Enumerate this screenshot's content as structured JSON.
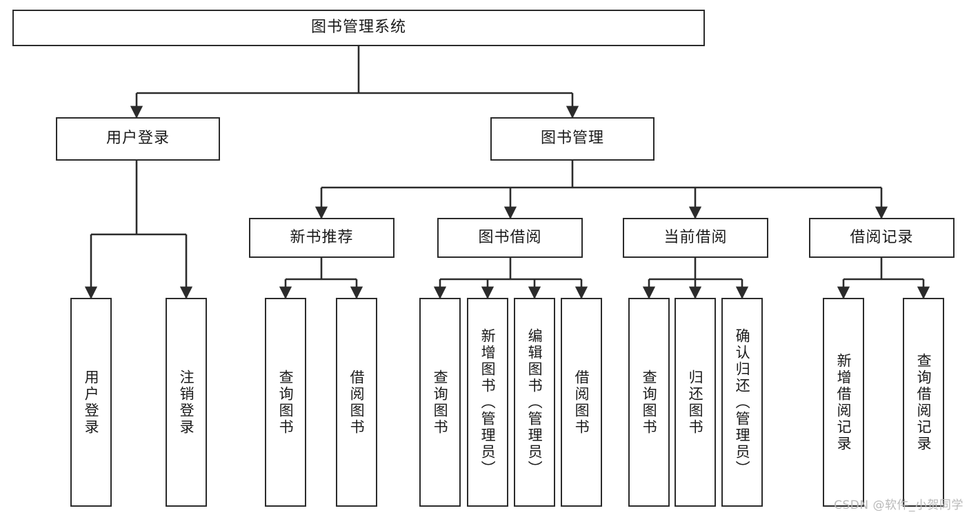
{
  "diagram": {
    "title": "图书管理系统",
    "type": "tree-hierarchy",
    "orientation": "top-down",
    "colors": {
      "box_border": "#2b2b2b",
      "box_fill": "#ffffff",
      "edge": "#2b2b2b",
      "text": "#1a1a1a",
      "watermark": "#b9b9b9"
    }
  },
  "nodes": {
    "root": {
      "label": "图书管理系统",
      "level": 0
    },
    "user_login": {
      "label": "用户登录",
      "level": 1
    },
    "book_manage": {
      "label": "图书管理",
      "level": 1
    },
    "new_book_rec": {
      "label": "新书推荐",
      "level": 2
    },
    "book_borrow": {
      "label": "图书借阅",
      "level": 2
    },
    "current_borrow": {
      "label": "当前借阅",
      "level": 2
    },
    "borrow_record": {
      "label": "借阅记录",
      "level": 2
    },
    "leaf_user_login": {
      "label": "用户登录",
      "level": 3
    },
    "leaf_logout": {
      "label": "注销登录",
      "level": 3
    },
    "leaf_query_book_1": {
      "label": "查询图书",
      "level": 3
    },
    "leaf_borrow_book_1": {
      "label": "借阅图书",
      "level": 3
    },
    "leaf_query_book_2": {
      "label": "查询图书",
      "level": 3
    },
    "leaf_add_book": {
      "label": "新增图书（管理员）",
      "level": 3
    },
    "leaf_edit_book": {
      "label": "编辑图书（管理员）",
      "level": 3
    },
    "leaf_borrow_book_2": {
      "label": "借阅图书",
      "level": 3
    },
    "leaf_query_book_3": {
      "label": "查询图书",
      "level": 3
    },
    "leaf_return_book": {
      "label": "归还图书",
      "level": 3
    },
    "leaf_confirm_return": {
      "label": "确认归还（管理员）",
      "level": 3
    },
    "leaf_add_record": {
      "label": "新增借阅记录",
      "level": 3
    },
    "leaf_query_record": {
      "label": "查询借阅记录",
      "level": 3
    }
  },
  "edges": [
    {
      "from": "root",
      "to": "user_login"
    },
    {
      "from": "root",
      "to": "book_manage"
    },
    {
      "from": "book_manage",
      "to": "new_book_rec"
    },
    {
      "from": "book_manage",
      "to": "book_borrow"
    },
    {
      "from": "book_manage",
      "to": "current_borrow"
    },
    {
      "from": "book_manage",
      "to": "borrow_record"
    },
    {
      "from": "user_login",
      "to": "leaf_user_login"
    },
    {
      "from": "user_login",
      "to": "leaf_logout"
    },
    {
      "from": "new_book_rec",
      "to": "leaf_query_book_1"
    },
    {
      "from": "new_book_rec",
      "to": "leaf_borrow_book_1"
    },
    {
      "from": "book_borrow",
      "to": "leaf_query_book_2"
    },
    {
      "from": "book_borrow",
      "to": "leaf_add_book"
    },
    {
      "from": "book_borrow",
      "to": "leaf_edit_book"
    },
    {
      "from": "book_borrow",
      "to": "leaf_borrow_book_2"
    },
    {
      "from": "current_borrow",
      "to": "leaf_query_book_3"
    },
    {
      "from": "current_borrow",
      "to": "leaf_return_book"
    },
    {
      "from": "current_borrow",
      "to": "leaf_confirm_return"
    },
    {
      "from": "borrow_record",
      "to": "leaf_add_record"
    },
    {
      "from": "borrow_record",
      "to": "leaf_query_record"
    }
  ],
  "watermark": {
    "text": "CSDN @软件_小贺同学"
  }
}
